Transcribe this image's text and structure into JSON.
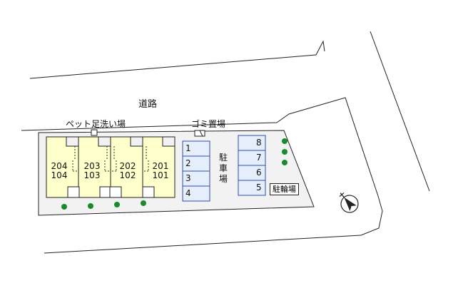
{
  "labels": {
    "road": "道路",
    "pet_wash": "ペット足洗い場",
    "garbage": "ゴミ置場",
    "parking_1": "駐",
    "parking_2": "車",
    "parking_3": "場",
    "bicycle": "駐輪場"
  },
  "units": [
    {
      "upper": "204",
      "lower": "104"
    },
    {
      "upper": "203",
      "lower": "103"
    },
    {
      "upper": "202",
      "lower": "102"
    },
    {
      "upper": "201",
      "lower": "101"
    }
  ],
  "parking_left": [
    "1",
    "2",
    "3",
    "4"
  ],
  "parking_right": [
    "8",
    "7",
    "6",
    "5"
  ],
  "colors": {
    "lot": "#f2f2f2",
    "building": "#ffffcc",
    "parking": "#e6edfb",
    "tree": "#1a8a2a",
    "line": "#222222"
  },
  "icons": {
    "compass": "north-arrow-icon"
  }
}
